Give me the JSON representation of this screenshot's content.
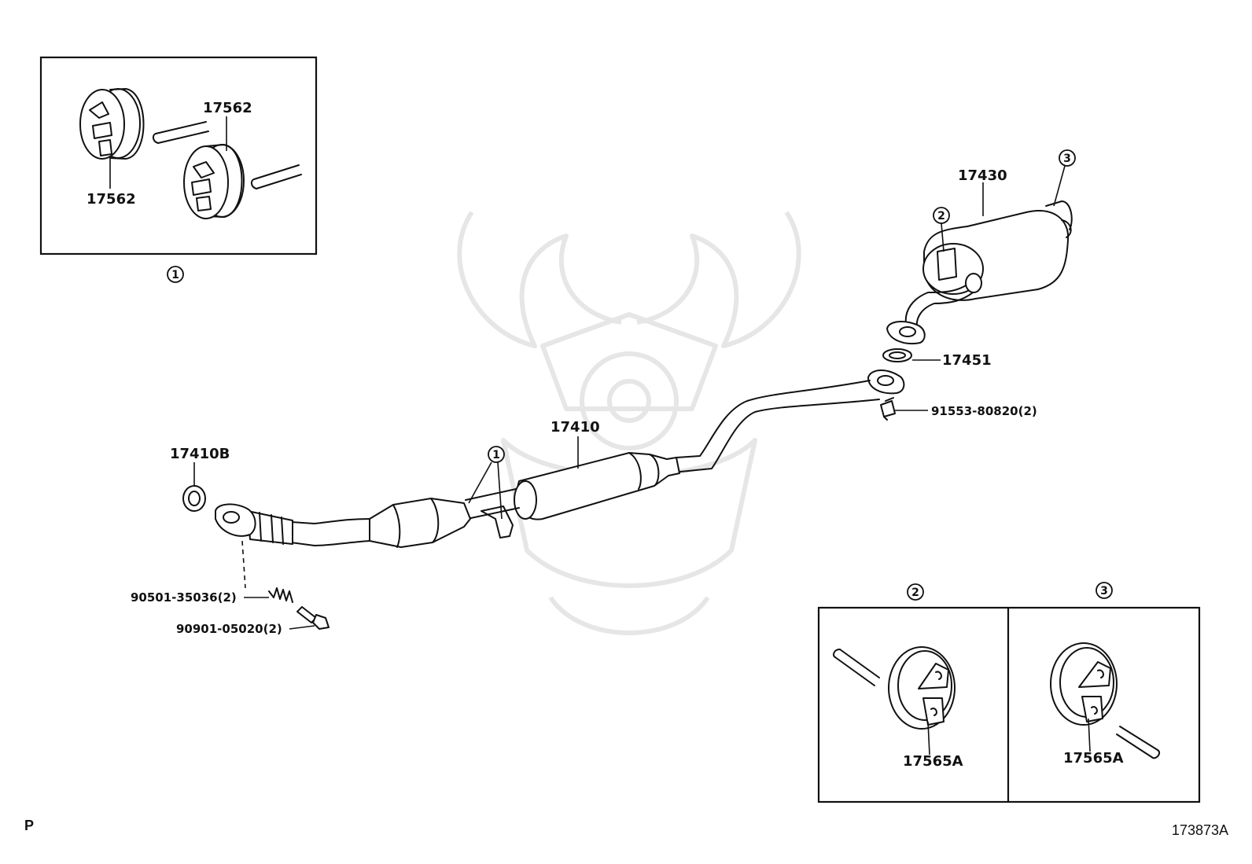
{
  "labels": {
    "p17562_a": "17562",
    "p17562_b": "17562",
    "p17430": "17430",
    "p17451": "17451",
    "p91553": "91553-80820(2)",
    "p17410": "17410",
    "p17410B": "17410B",
    "p90501": "90501-35036(2)",
    "p90901": "90901-05020(2)",
    "p17565A_a": "17565A",
    "p17565A_b": "17565A"
  },
  "callouts": {
    "detail1": "1",
    "detail2": "2",
    "detail3": "3",
    "ref1": "1",
    "ref2": "2",
    "ref3": "3"
  },
  "footer": {
    "left_mark": "P",
    "figure_code": "173873A"
  }
}
